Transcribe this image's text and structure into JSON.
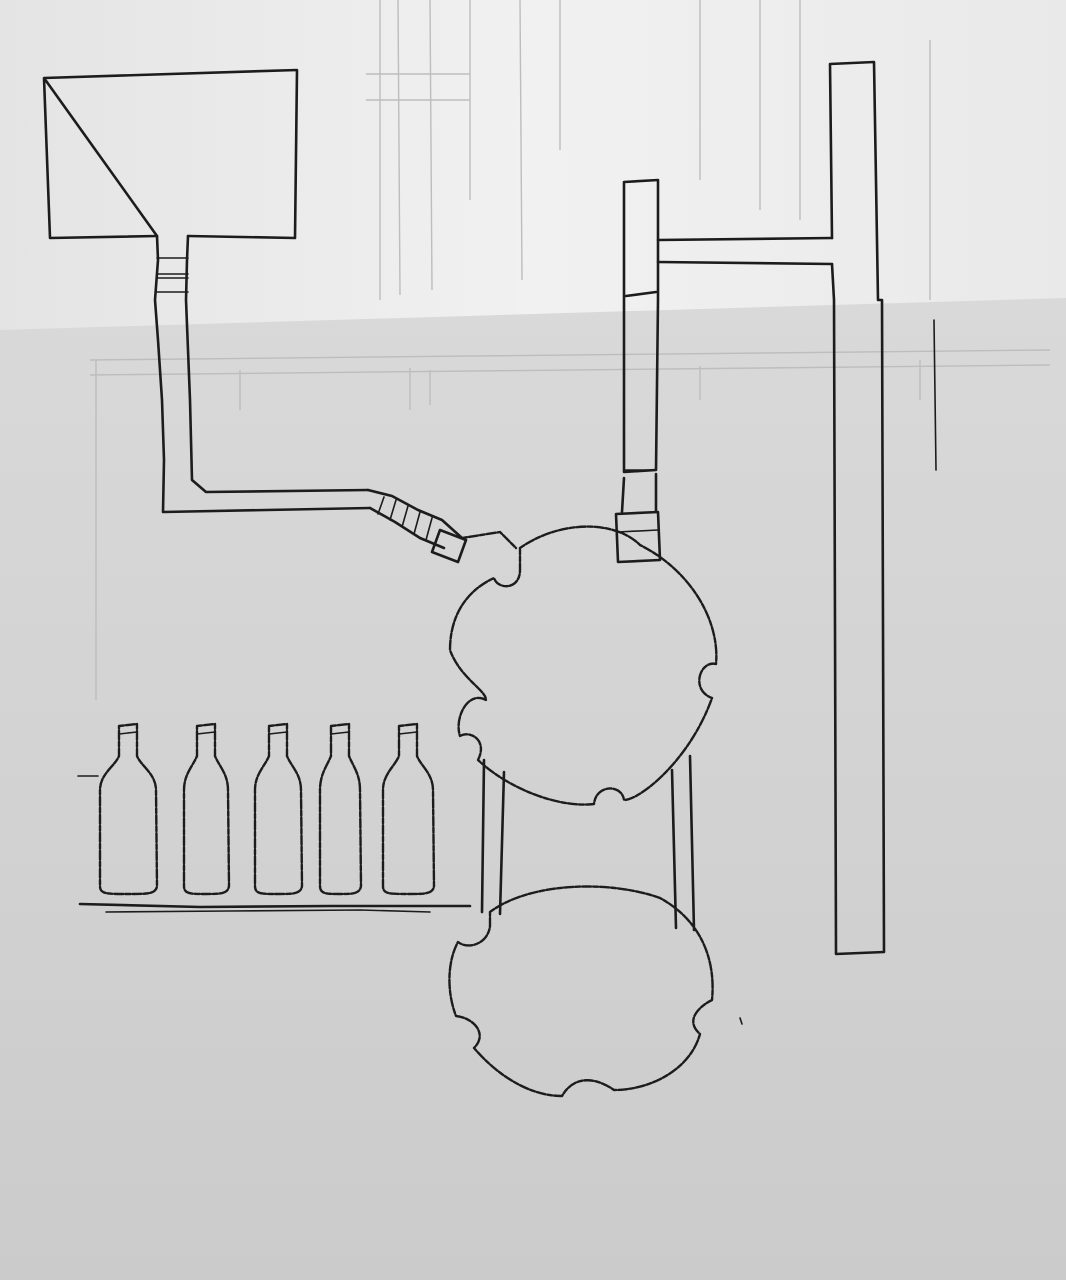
{
  "diagram": {
    "kind": "hand-drawn bottle filling machine sketch",
    "text_labels": [],
    "bottle_count": 5,
    "star_wheel_count": 2
  },
  "colors": {
    "paper_top": "#ededed",
    "paper_bottom": "#d4d4d4",
    "pencil": "#1c1c1c",
    "ghost_lines": "#bdbdbd"
  },
  "icons": {
    "bottle": "bottle-icon",
    "wheel": "star-wheel-icon"
  }
}
